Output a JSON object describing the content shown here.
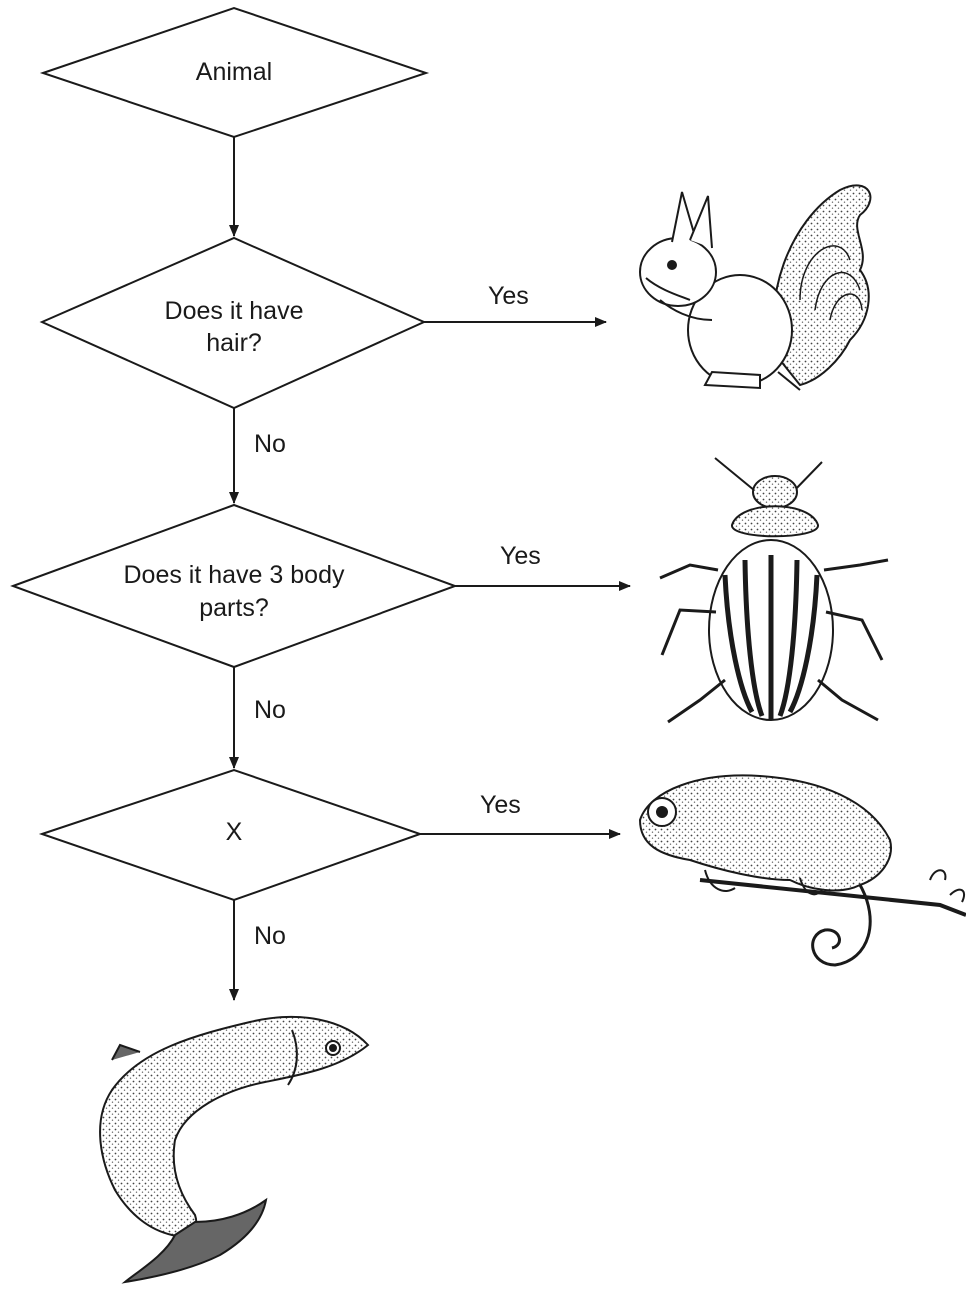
{
  "nodes": {
    "start": "Animal",
    "q1_line1": "Does it have",
    "q1_line2": "hair?",
    "q2_line1": "Does it have 3 body",
    "q2_line2": "parts?",
    "q3": "X"
  },
  "edges": {
    "q1_yes": "Yes",
    "q1_no": "No",
    "q2_yes": "Yes",
    "q2_no": "No",
    "q3_yes": "Yes",
    "q3_no": "No"
  },
  "illustrations": [
    "squirrel-icon",
    "beetle-icon",
    "chameleon-icon",
    "fish-icon"
  ],
  "colors": {
    "ink": "#1a1a1a",
    "background": "#ffffff"
  }
}
